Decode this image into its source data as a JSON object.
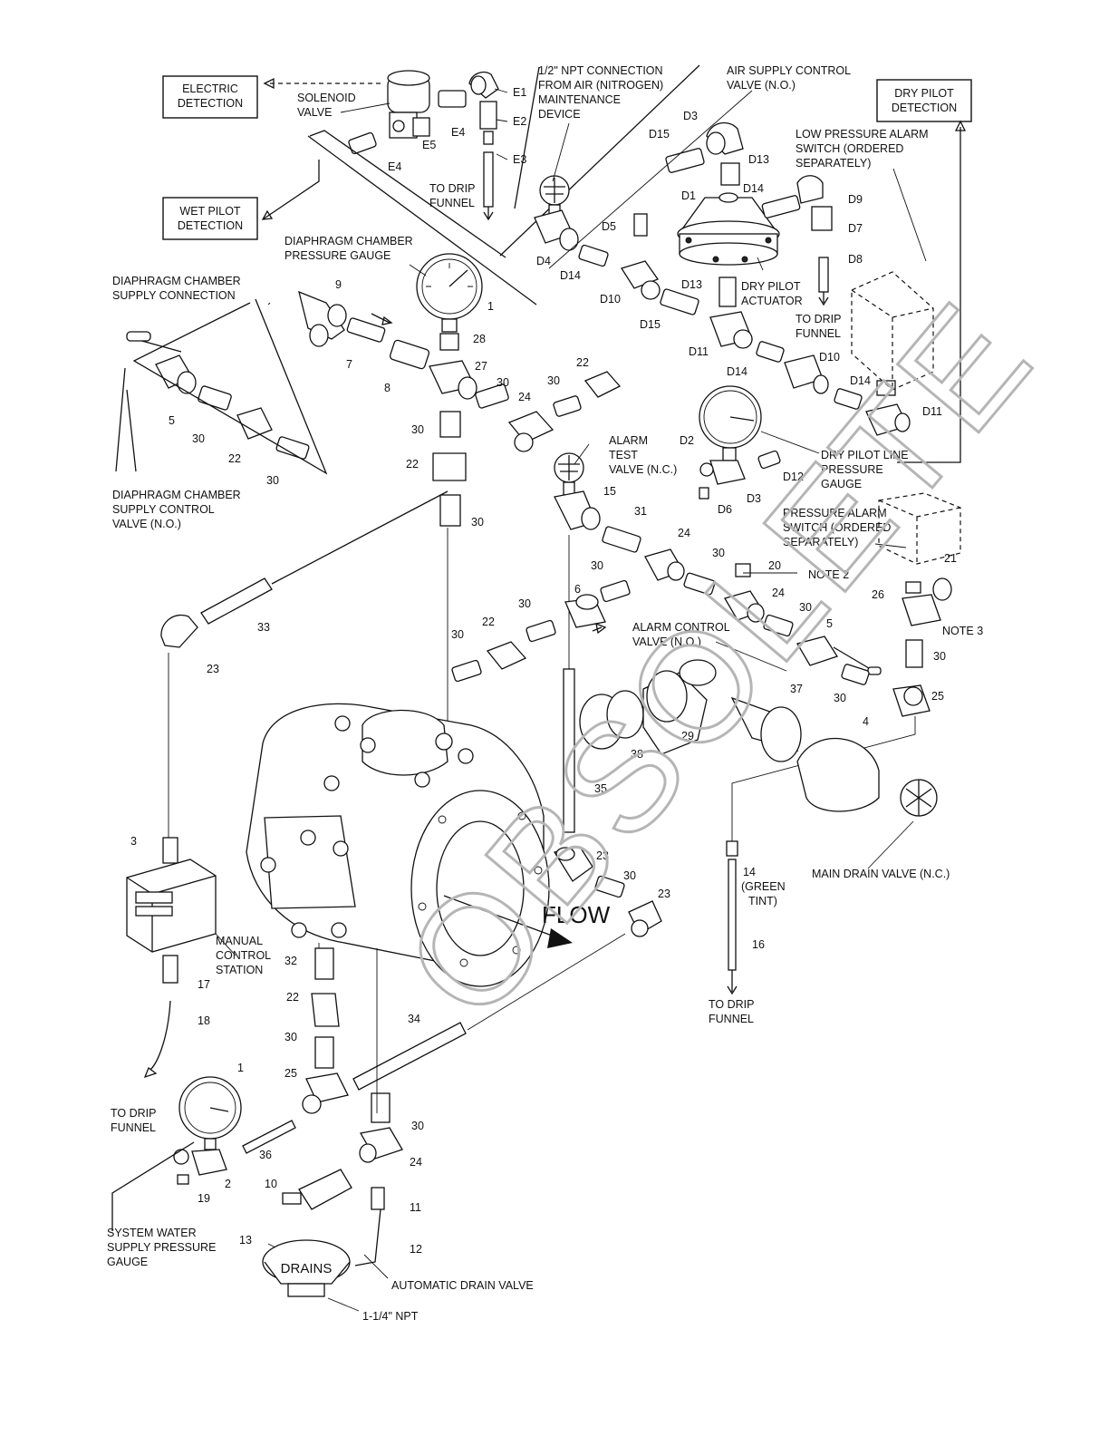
{
  "boxes": {
    "electric_detection": [
      "ELECTRIC",
      "DETECTION"
    ],
    "wet_pilot_detection": [
      "WET PILOT",
      "DETECTION"
    ],
    "dry_pilot_detection": [
      "DRY PILOT",
      "DETECTION"
    ]
  },
  "callouts": {
    "solenoid_valve": [
      "SOLENOID",
      "VALVE"
    ],
    "npt_connection": [
      "1/2\" NPT CONNECTION",
      "FROM AIR (NITROGEN)",
      "MAINTENANCE",
      "DEVICE"
    ],
    "air_supply_control_valve": [
      "AIR SUPPLY CONTROL",
      "VALVE (N.O.)"
    ],
    "low_pressure_alarm_switch": [
      "LOW PRESSURE ALARM",
      "SWITCH (ORDERED",
      "SEPARATELY)"
    ],
    "to_drip_funnel_e": [
      "TO DRIP",
      "FUNNEL"
    ],
    "diaphragm_chamber_pressure_gauge": [
      "DIAPHRAGM CHAMBER",
      "PRESSURE GAUGE"
    ],
    "diaphragm_chamber_supply_connection": [
      "DIAPHRAGM CHAMBER",
      "SUPPLY CONNECTION"
    ],
    "dry_pilot_actuator": [
      "DRY PILOT",
      "ACTUATOR"
    ],
    "to_drip_funnel_d": [
      "TO DRIP",
      "FUNNEL"
    ],
    "dry_pilot_line_pressure_gauge": [
      "DRY PILOT LINE",
      "PRESSURE",
      "GAUGE"
    ],
    "alarm_test_valve": [
      "ALARM",
      "TEST",
      "VALVE (N.C.)"
    ],
    "pressure_alarm_switch": [
      "PRESSURE ALARM",
      "SWITCH (ORDERED",
      "SEPARATELY)"
    ],
    "diaphragm_chamber_supply_control_valve": [
      "DIAPHRAGM CHAMBER",
      "SUPPLY CONTROL",
      "VALVE (N.O.)"
    ],
    "note_2": "NOTE 2",
    "note_3": "NOTE 3",
    "alarm_control_valve": [
      "ALARM CONTROL",
      "VALVE (N.O.)"
    ],
    "green_tint": [
      "14",
      "(GREEN",
      "TINT)"
    ],
    "main_drain_valve": "MAIN DRAIN VALVE (N.C.)",
    "to_drip_funnel_main": [
      "TO DRIP",
      "FUNNEL"
    ],
    "manual_control_station": [
      "MANUAL",
      "CONTROL",
      "STATION"
    ],
    "to_drip_funnel_mcs": [
      "TO DRIP",
      "FUNNEL"
    ],
    "system_water_supply_pressure_gauge": [
      "SYSTEM WATER",
      "SUPPLY PRESSURE",
      "GAUGE"
    ],
    "drains": "DRAINS",
    "automatic_drain_valve": "AUTOMATIC DRAIN VALVE",
    "npt_drain": "1-1/4\" NPT",
    "flow": "FLOW"
  },
  "part_numbers": {
    "E1": "E1",
    "E2": "E2",
    "E3": "E3",
    "E4a": "E4",
    "E4b": "E4",
    "E5": "E5",
    "D1": "D1",
    "D2": "D2",
    "D3a": "D3",
    "D3b": "D3",
    "D5": "D5",
    "D6": "D6",
    "D7": "D7",
    "D8": "D8",
    "D9": "D9",
    "D4": "D4",
    "D10a": "D10",
    "D10b": "D10",
    "D11a": "D11",
    "D11b": "D11",
    "D12": "D12",
    "D13a": "D13",
    "D13b": "D13",
    "D14a": "D14",
    "D14b": "D14",
    "D14c": "D14",
    "D14d": "D14",
    "D15a": "D15",
    "D15b": "D15",
    "n1a": "1",
    "n1b": "1",
    "n2": "2",
    "n3": "3",
    "n4": "4",
    "n5a": "5",
    "n5b": "5",
    "n6": "6",
    "n7": "7",
    "n8": "8",
    "n9": "9",
    "n10": "10",
    "n11": "11",
    "n12": "12",
    "n13": "13",
    "n15": "15",
    "n16": "16",
    "n17": "17",
    "n18": "18",
    "n19": "19",
    "n20": "20",
    "n21": "21",
    "n22a": "22",
    "n22b": "22",
    "n22c": "22",
    "n22d": "22",
    "n22e": "22",
    "n23a": "23",
    "n23b": "23",
    "n23c": "23",
    "n24a": "24",
    "n24b": "24",
    "n24c": "24",
    "n24d": "24",
    "n25a": "25",
    "n25b": "25",
    "n26": "26",
    "n27": "27",
    "n28": "28",
    "n29": "29",
    "n30a": "30",
    "n30b": "30",
    "n30c": "30",
    "n30d": "30",
    "n30e": "30",
    "n30f": "30",
    "n30g": "30",
    "n30h": "30",
    "n30i": "30",
    "n30j": "30",
    "n30k": "30",
    "n30l": "30",
    "n30m": "30",
    "n30n": "30",
    "n30o": "30",
    "n31": "31",
    "n32": "32",
    "n33": "33",
    "n34": "34",
    "n35": "35",
    "n36": "36",
    "n37": "37",
    "n38": "38"
  },
  "watermark": "OBSOLETE"
}
